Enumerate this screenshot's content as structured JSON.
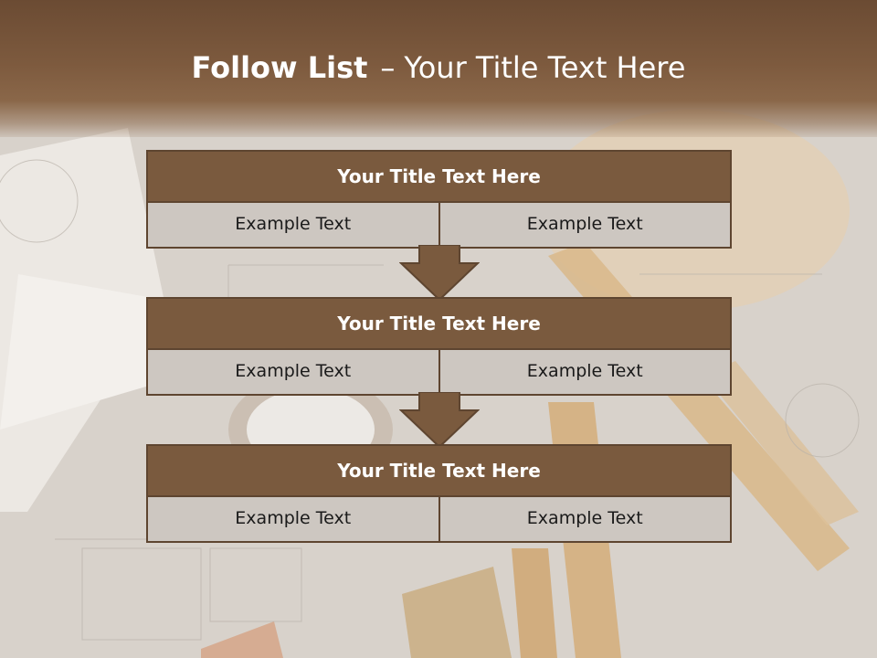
{
  "slide": {
    "title_lead": "Follow List",
    "title_dash": "–",
    "title_rest": "Your Title Text Here"
  },
  "blocks": [
    {
      "title": "Your Title Text Here",
      "left": "Example Text",
      "right": "Example Text"
    },
    {
      "title": "Your Title Text Here",
      "left": "Example Text",
      "right": "Example Text"
    },
    {
      "title": "Your Title Text Here",
      "left": "Example Text",
      "right": "Example Text"
    }
  ],
  "colors": {
    "header_brown": "#7a5a3e",
    "cell_gray": "#cdc7c1",
    "border": "#5e4530"
  }
}
